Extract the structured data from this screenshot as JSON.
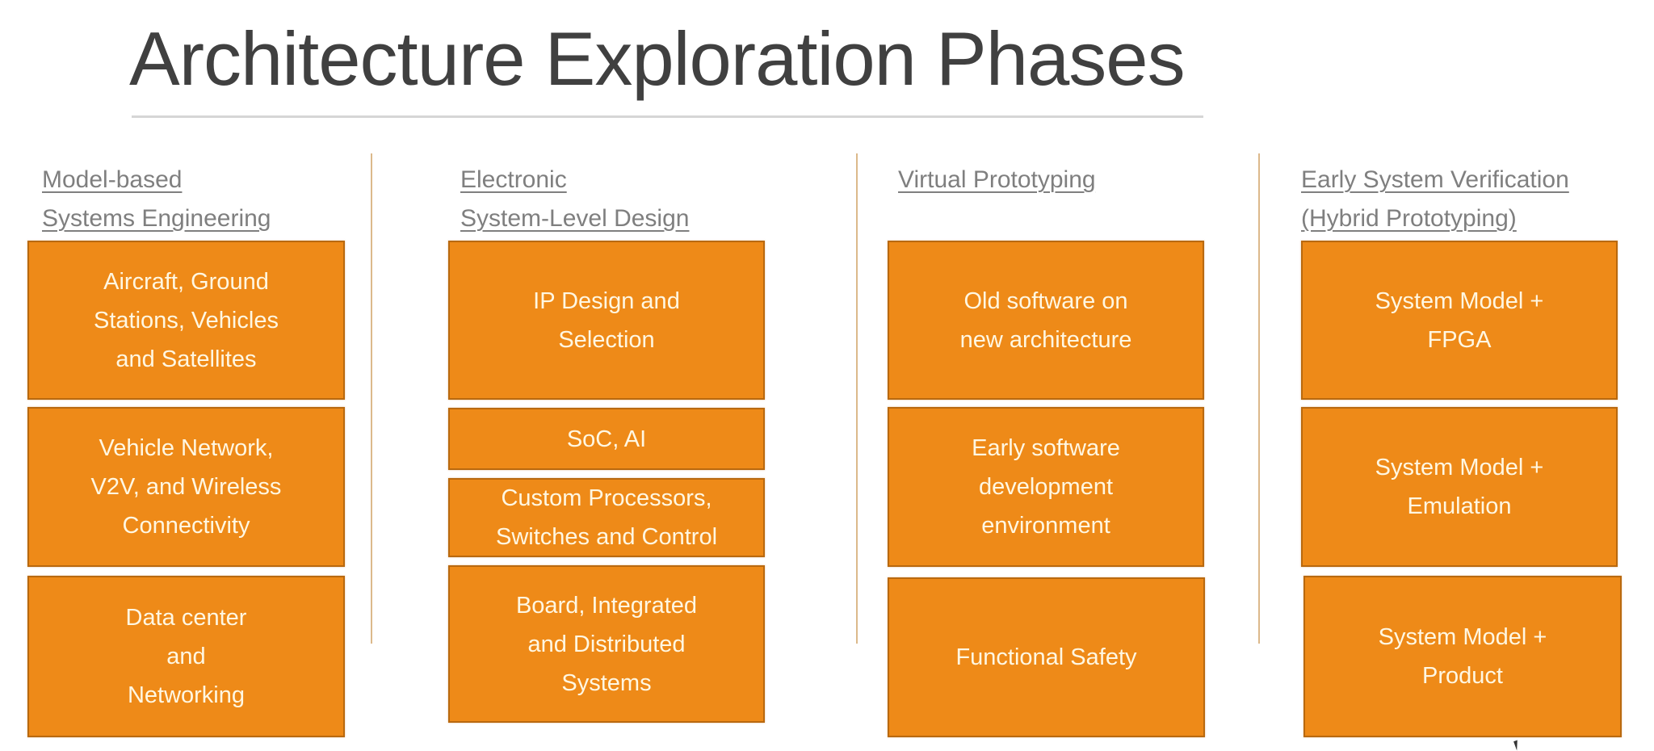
{
  "slide": {
    "title": "Architecture Exploration Phases"
  },
  "colors": {
    "box_fill": "#ee8a18",
    "box_border": "#b9690f",
    "box_text": "#fff7e2",
    "heading_text": "#7f7f7f",
    "title_text": "#404040",
    "divider": "#dcb98b",
    "title_rule": "#d6d6d6"
  },
  "columns": [
    {
      "heading_lines": [
        "Model-based",
        "Systems Engineering"
      ],
      "boxes": [
        {
          "label": "Aircraft, Ground\nStations, Vehicles\nand Satellites"
        },
        {
          "label": "Vehicle Network,\nV2V, and Wireless\nConnectivity"
        },
        {
          "label": "Data center\nand\nNetworking"
        }
      ]
    },
    {
      "heading_lines": [
        "Electronic",
        "System-Level Design"
      ],
      "boxes": [
        {
          "label": "IP Design and\nSelection"
        },
        {
          "label": "SoC, AI"
        },
        {
          "label": "Custom Processors,\nSwitches and Control"
        },
        {
          "label": "Board, Integrated\nand Distributed\nSystems"
        }
      ]
    },
    {
      "heading_lines": [
        "Virtual Prototyping"
      ],
      "boxes": [
        {
          "label": "Old software on\nnew architecture"
        },
        {
          "label": "Early software\ndevelopment\nenvironment"
        },
        {
          "label": "Functional Safety"
        }
      ]
    },
    {
      "heading_lines": [
        "Early System Verification",
        "(Hybrid Prototyping)"
      ],
      "boxes": [
        {
          "label": "System Model +\nFPGA"
        },
        {
          "label": "System Model +\nEmulation"
        },
        {
          "label": "System Model +\nProduct"
        }
      ]
    }
  ]
}
